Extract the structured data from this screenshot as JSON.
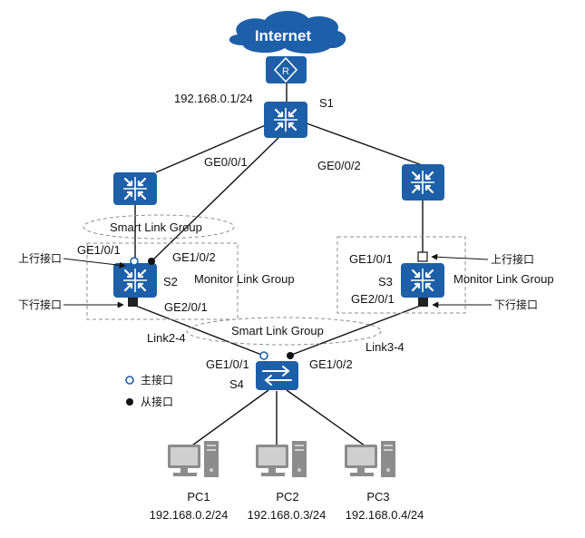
{
  "cloud_label": "Internet",
  "router_letter": "R",
  "router_ip": "192.168.0.1/24",
  "s1": {
    "name": "S1",
    "port_left": "GE0/0/1",
    "port_right": "GE0/0/2"
  },
  "s2": {
    "name": "S2",
    "port_uplink_main": "GE1/0/1",
    "port_uplink_backup": "GE1/0/2",
    "port_downlink": "GE2/0/1",
    "uplink_label": "上行接口",
    "downlink_label": "下行接口"
  },
  "s3": {
    "name": "S3",
    "port_uplink": "GE1/0/1",
    "port_downlink": "GE2/0/1",
    "uplink_label": "上行接口",
    "downlink_label": "下行接口"
  },
  "s4": {
    "name": "S4",
    "port_left": "GE1/0/1",
    "port_right": "GE1/0/2"
  },
  "groups": {
    "smart_link_top": "Smart Link Group",
    "smart_link_bottom": "Smart Link Group",
    "monitor_link_s2": "Monitor Link Group",
    "monitor_link_s3": "Monitor Link Group"
  },
  "links": {
    "link24": "Link2-4",
    "link34": "Link3-4"
  },
  "legend": {
    "master": "主接口",
    "slave": "从接口"
  },
  "pcs": [
    {
      "name": "PC1",
      "ip": "192.168.0.2/24"
    },
    {
      "name": "PC2",
      "ip": "192.168.0.3/24"
    },
    {
      "name": "PC3",
      "ip": "192.168.0.4/24"
    }
  ],
  "colors": {
    "device_blue": "#1d5fa8",
    "pc_gray": "#8c8c8c",
    "line": "#111111"
  }
}
